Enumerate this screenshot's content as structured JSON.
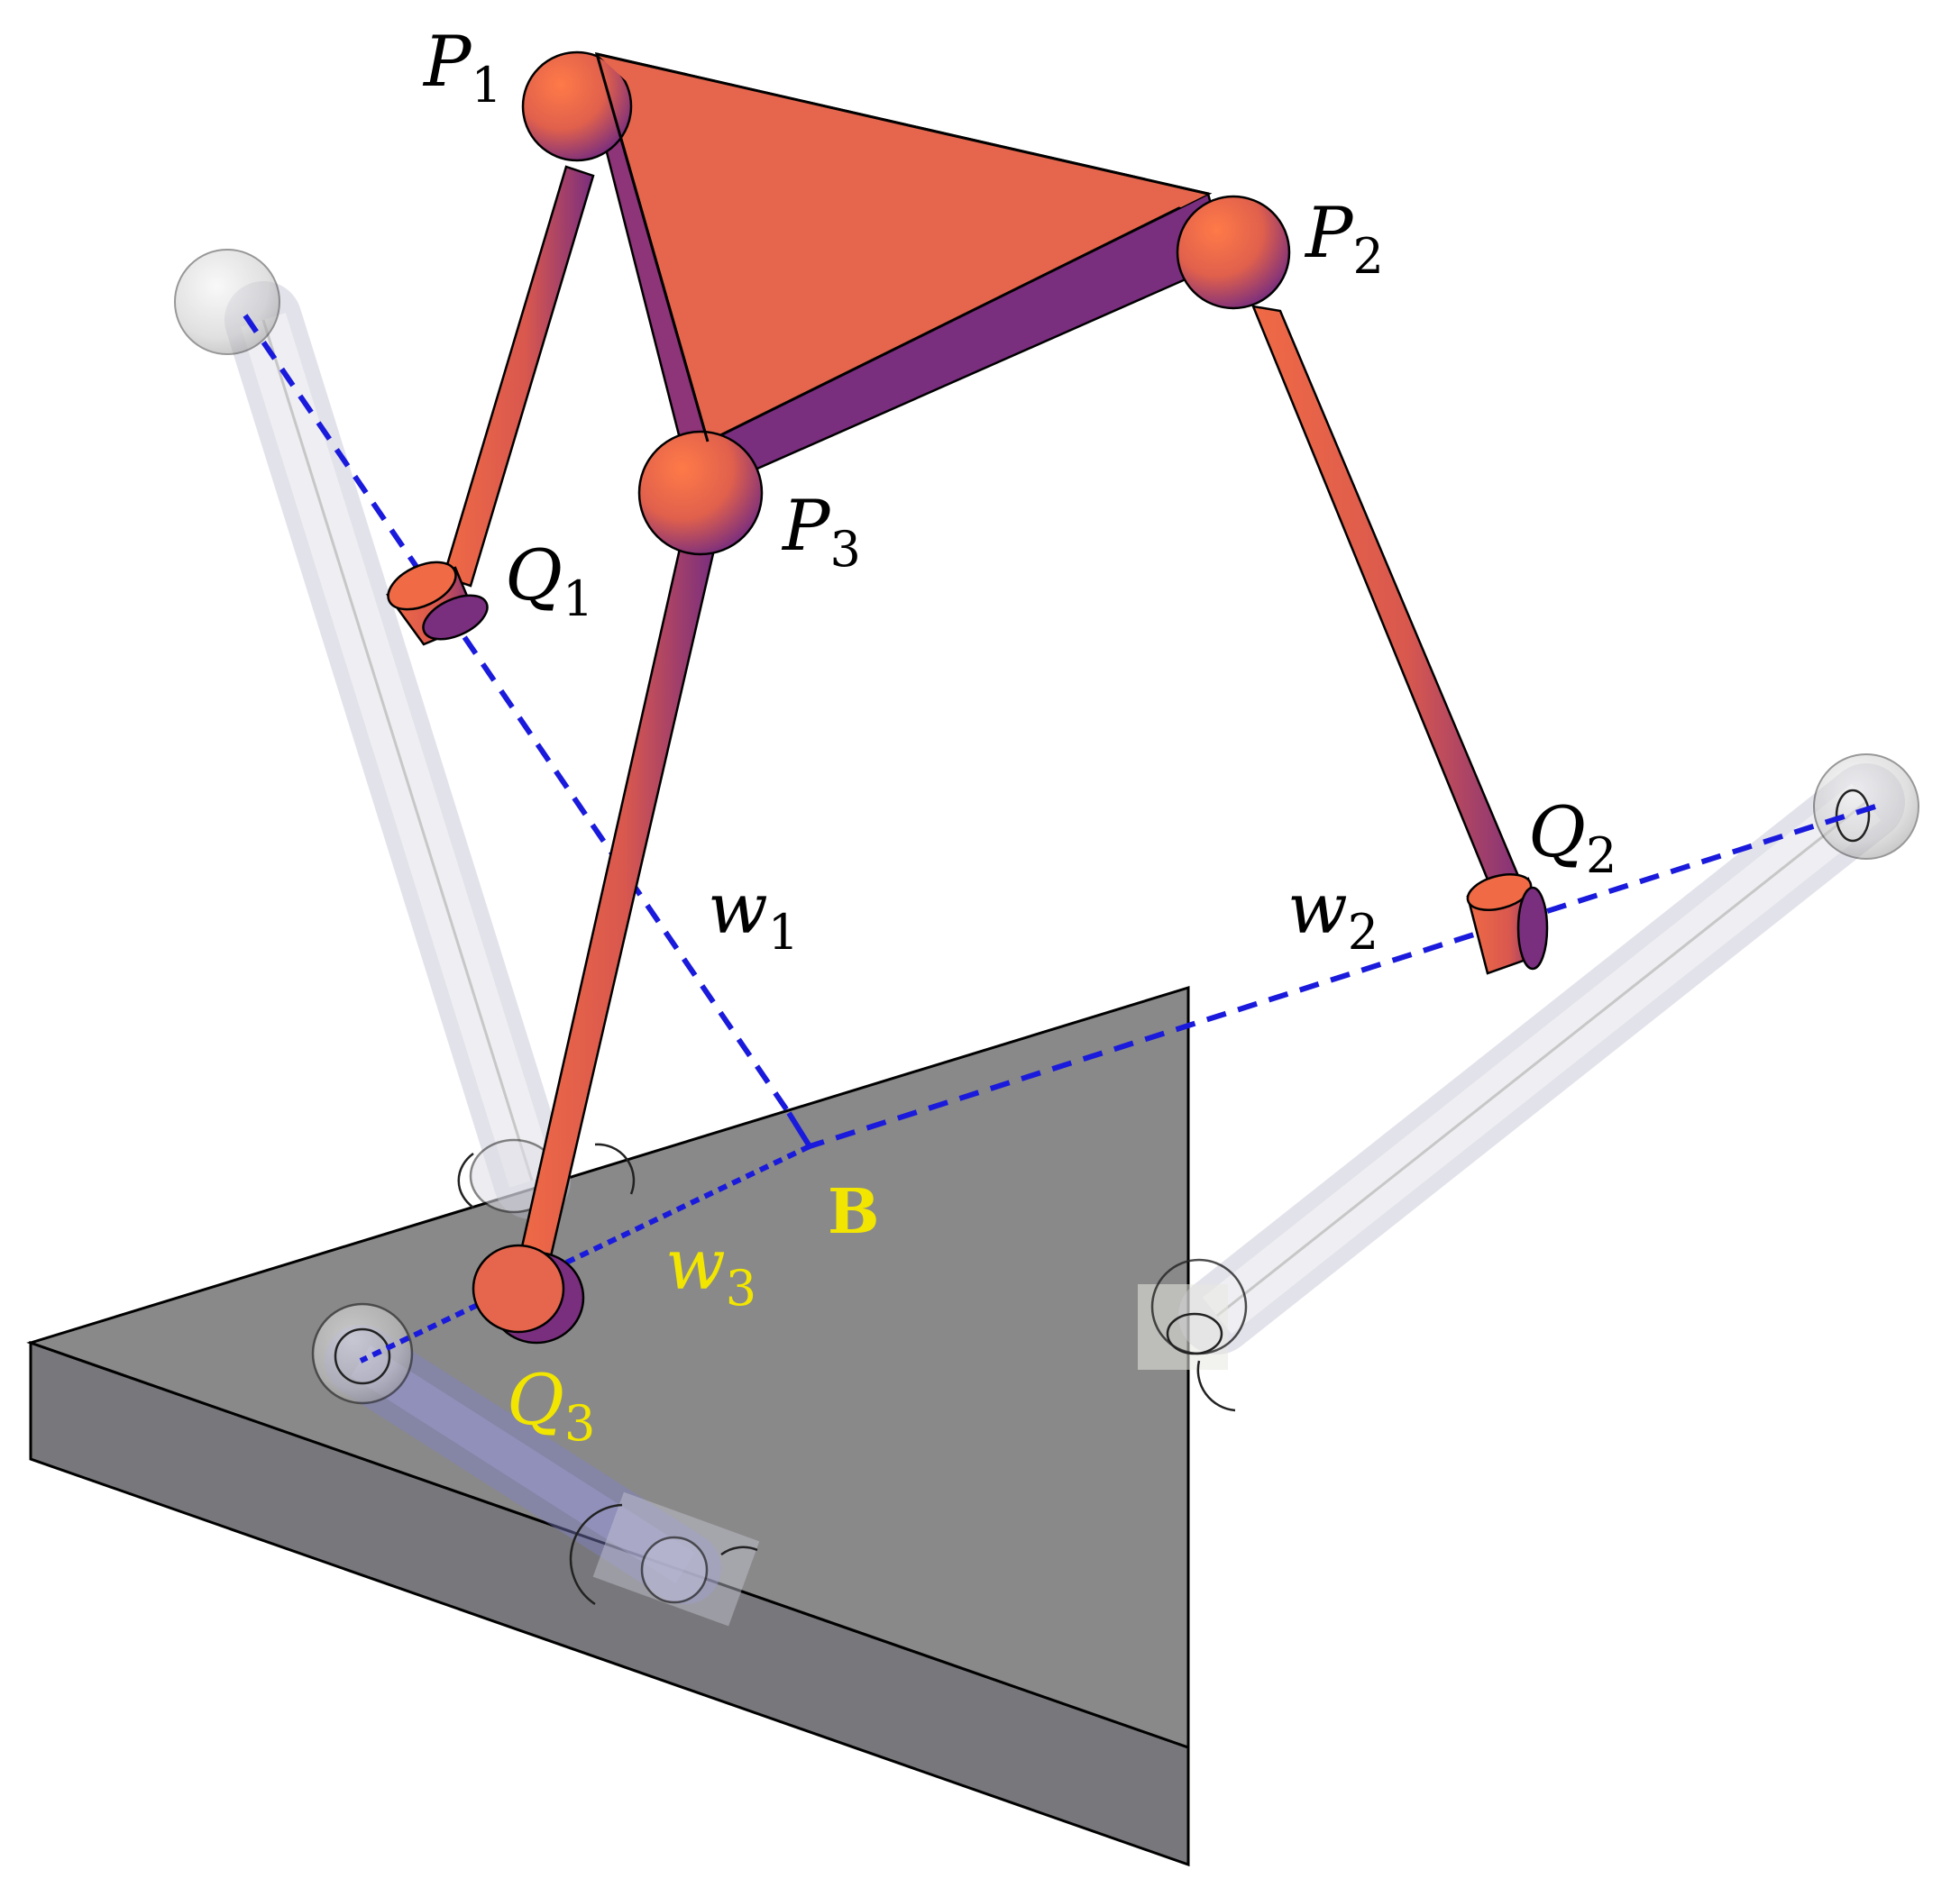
{
  "labels": {
    "p1": {
      "main": "P",
      "sub": "1"
    },
    "p2": {
      "main": "P",
      "sub": "2"
    },
    "p3": {
      "main": "P",
      "sub": "3"
    },
    "q1": {
      "main": "Q",
      "sub": "1"
    },
    "q2": {
      "main": "Q",
      "sub": "2"
    },
    "q3": {
      "main": "Q",
      "sub": "3"
    },
    "w1": {
      "main": "w",
      "sub": "1"
    },
    "w2": {
      "main": "w",
      "sub": "2"
    },
    "w3": {
      "main": "w",
      "sub": "3"
    },
    "b": "B"
  },
  "colors": {
    "platform_top": "#e5664d",
    "platform_side": "#7a2e7e",
    "link_light": "#f06a45",
    "link_dark": "#7a2e7e",
    "base_top": "#898989",
    "base_side": "#78787c",
    "dashed_line": "#1a1adc",
    "highlight_label": "#f2e600",
    "ghost_link": "#d8d8e6"
  }
}
